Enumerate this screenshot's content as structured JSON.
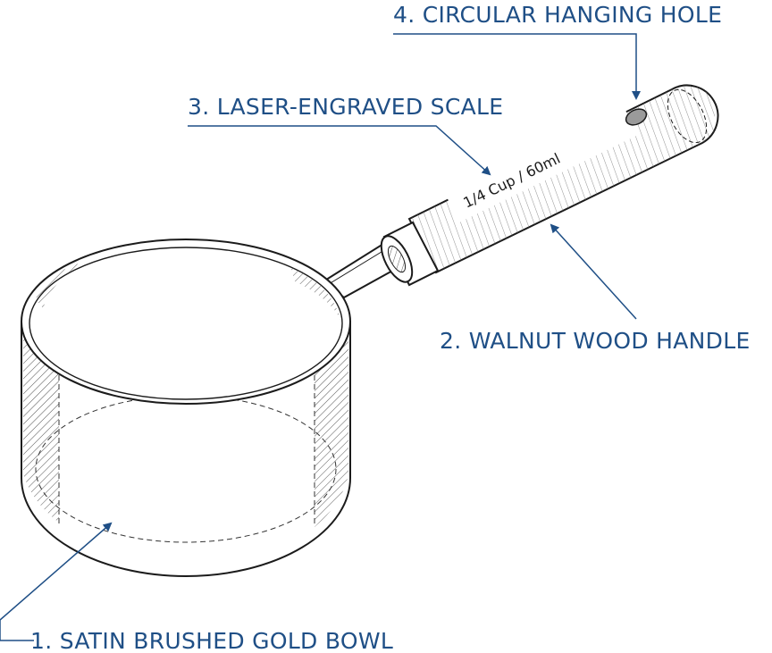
{
  "colors": {
    "outline": "#1b1b1b",
    "hatch": "#555555",
    "dash": "#333333",
    "callout": "#1f4f86",
    "background": "#ffffff"
  },
  "engraving": {
    "scale_text": "1/4 Cup / 60ml"
  },
  "callouts": {
    "bowl": {
      "label": "1. SATIN BRUSHED GOLD BOWL"
    },
    "handle": {
      "label": "2. WALNUT WOOD HANDLE"
    },
    "scale": {
      "label": "3. LASER-ENGRAVED SCALE"
    },
    "hole": {
      "label": "4. CIRCULAR HANGING HOLE"
    }
  }
}
